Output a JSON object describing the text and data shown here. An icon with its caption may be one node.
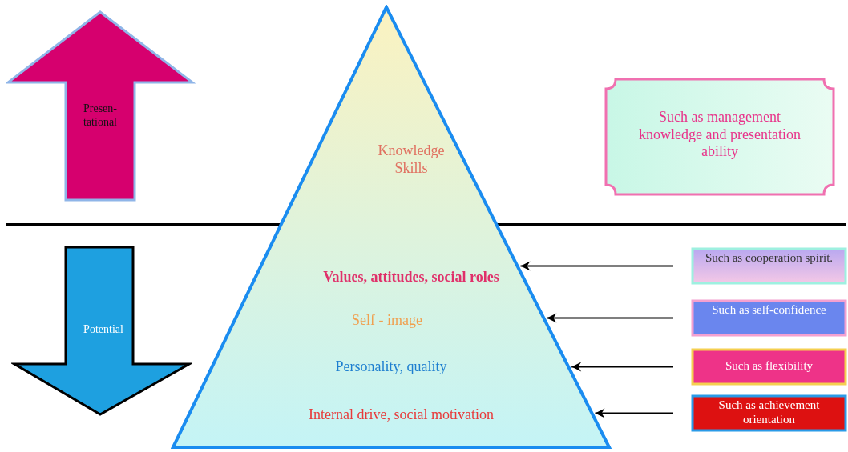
{
  "diagram": {
    "nodes": [
      {
        "text": [
          "Knowledge Skills",
          "Values, attitudes, social roles",
          "Self - image",
          "Personality, quality",
          "Internal drive, social motivation"
        ]
      },
      {
        "text": [
          "Presen-tational"
        ]
      },
      {
        "text": [
          "Potential"
        ]
      },
      {
        "text": [
          "Such as management knowledge and presentation ability"
        ]
      },
      {
        "text": [
          "Such as cooperation spirit."
        ]
      },
      {
        "text": [
          "Such as self-confidence"
        ]
      },
      {
        "text": [
          "Such as flexibility"
        ]
      },
      {
        "text": [
          "Such as achievement orientation"
        ]
      }
    ],
    "edges": [
      {
        "from": 4,
        "to": 0,
        "arrow": "to"
      },
      {
        "from": 5,
        "to": 0,
        "arrow": "to"
      },
      {
        "from": 6,
        "to": 0,
        "arrow": "to"
      },
      {
        "from": 7,
        "to": 0,
        "arrow": "to"
      }
    ]
  }
}
